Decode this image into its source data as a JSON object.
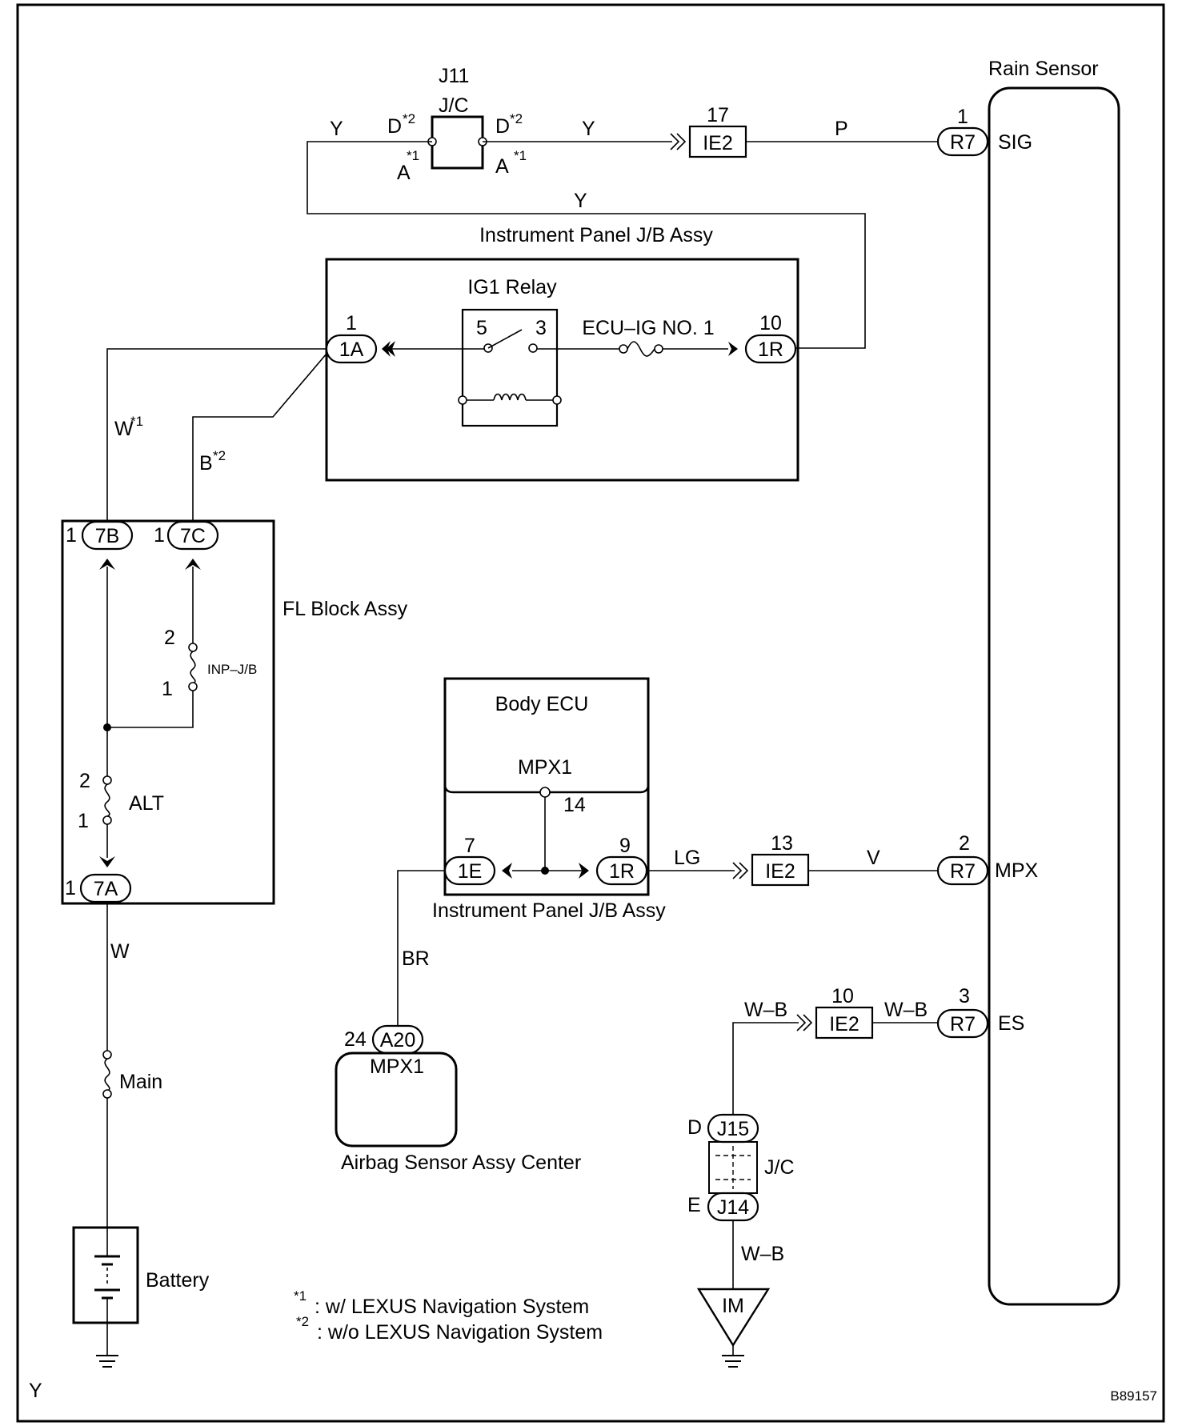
{
  "components": {
    "j11": {
      "title": "J11",
      "sub": "J/C",
      "pin_left": "D",
      "pin_right": "D",
      "pin_left_alt": "A",
      "pin_right_alt": "A",
      "note2": "*2",
      "note1": "*1"
    },
    "rain_sensor": {
      "title": "Rain Sensor",
      "sig": "SIG",
      "mpx": "MPX",
      "es": "ES"
    },
    "ip_jb_top": {
      "title": "Instrument Panel J/B Assy"
    },
    "ig1_relay": {
      "title": "IG1 Relay",
      "pin5": "5",
      "pin3": "3"
    },
    "ecu_ig_fuse": {
      "label": "ECU–IG NO. 1"
    },
    "fl_block": {
      "title": "FL Block Assy",
      "fuse_inp": "INP–J/B",
      "fuse_alt": "ALT",
      "p2": "2",
      "p1": "1"
    },
    "main_fuse": {
      "label": "Main"
    },
    "battery": {
      "label": "Battery"
    },
    "body_ecu": {
      "title": "Body ECU",
      "mpx1": "MPX1",
      "pin14": "14"
    },
    "ip_jb_bottom": {
      "title": "Instrument Panel J/B Assy"
    },
    "airbag": {
      "title": "Airbag Sensor Assy Center",
      "mpx1": "MPX1"
    },
    "j15_jc": {
      "label": "J/C",
      "pinD": "D",
      "pinE": "E"
    },
    "ground_im": {
      "label": "IM"
    }
  },
  "connectors": {
    "ie2_top": {
      "name": "IE2",
      "pin": "17"
    },
    "r7_sig": {
      "name": "R7",
      "pin": "1"
    },
    "c1a": {
      "name": "1A",
      "pin": "1"
    },
    "c1r_top": {
      "name": "1R",
      "pin": "10"
    },
    "c7b": {
      "name": "7B",
      "pin": "1"
    },
    "c7c": {
      "name": "7C",
      "pin": "1"
    },
    "c7a": {
      "name": "7A",
      "pin": "1"
    },
    "c1e": {
      "name": "1E",
      "pin": "7"
    },
    "c1r_bottom": {
      "name": "1R",
      "pin": "9"
    },
    "ie2_mid": {
      "name": "IE2",
      "pin": "13"
    },
    "r7_mpx": {
      "name": "R7",
      "pin": "2"
    },
    "a20": {
      "name": "A20",
      "pin": "24"
    },
    "ie2_low": {
      "name": "IE2",
      "pin": "10"
    },
    "r7_es": {
      "name": "R7",
      "pin": "3"
    },
    "j15": {
      "name": "J15"
    },
    "j14": {
      "name": "J14"
    }
  },
  "wires": {
    "y1": "Y",
    "y2": "Y",
    "y3": "Y",
    "p": "P",
    "w1": "W",
    "w1_sup": "*1",
    "b2": "B",
    "b2_sup": "*2",
    "w_main": "W",
    "br": "BR",
    "lg": "LG",
    "v": "V",
    "wb1": "W–B",
    "wb2": "W–B",
    "wb3": "W–B"
  },
  "notes": {
    "n1_mark": "*1",
    "n1_text": ": w/ LEXUS Navigation System",
    "n2_mark": "*2",
    "n2_text": ": w/o LEXUS Navigation System"
  },
  "footer": {
    "left": "Y",
    "right": "B89157"
  }
}
